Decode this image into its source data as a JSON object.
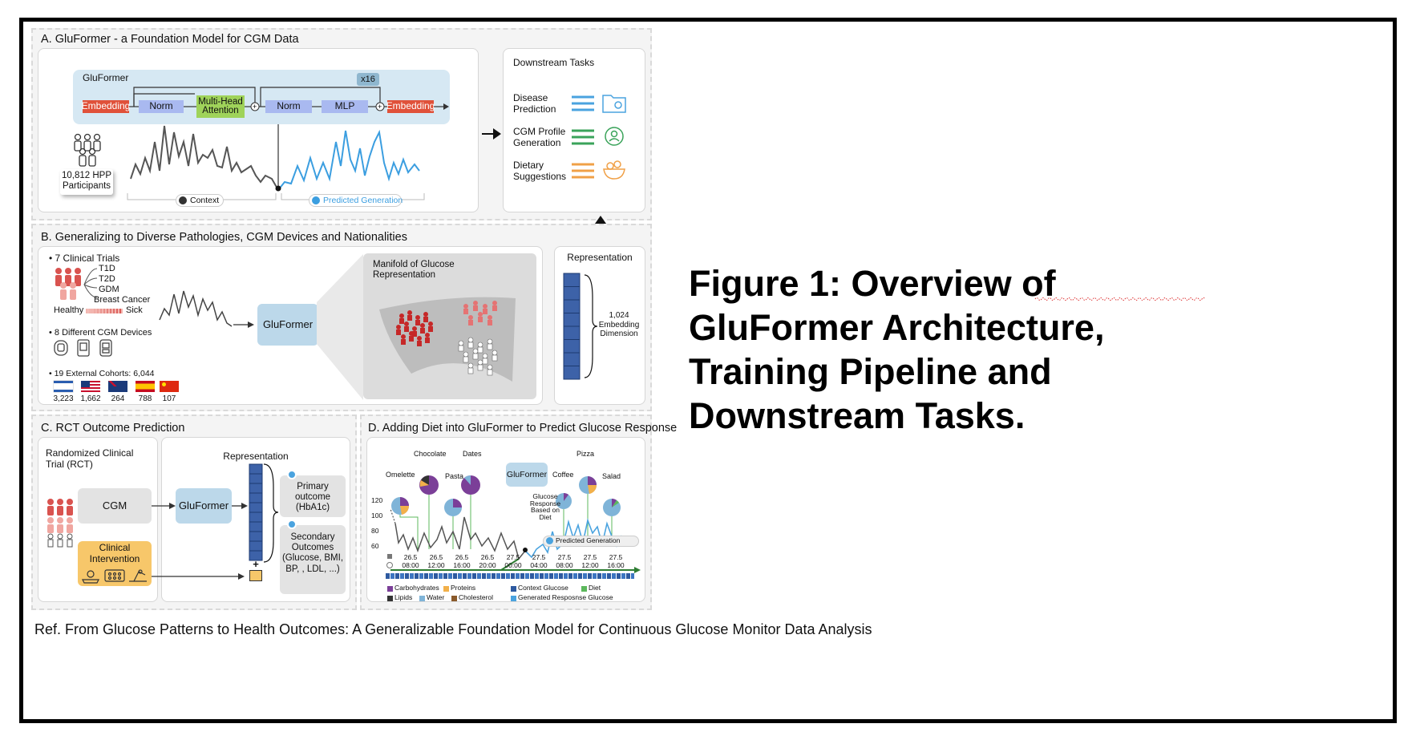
{
  "caption": "Figure 1: Overview of GluFormer Architecture, Training Pipeline and Downstream Tasks.",
  "reference": "Ref. From Glucose Patterns to Health Outcomes: A Generalizable Foundation Model for Continuous Glucose Monitor Data Analysis",
  "panelA": {
    "title": "A. GluFormer - a Foundation Model for CGM Data",
    "model_label": "GluFormer",
    "repeat": "x16",
    "blocks": [
      "Embedding",
      "Norm",
      "Multi-Head Attention",
      "Norm",
      "MLP",
      "Embedding"
    ],
    "participants": "10,812 HPP Participants",
    "context_label": "Context",
    "generation_label": "Predicted Generation"
  },
  "downstream": {
    "title": "Downstream Tasks",
    "items": [
      {
        "label": "Disease Prediction",
        "color": "#4aa3df",
        "icon": "folder-gear-icon"
      },
      {
        "label": "CGM Profile Generation",
        "color": "#3aa35a",
        "icon": "user-sync-icon"
      },
      {
        "label": "Dietary Suggestions",
        "color": "#f0a047",
        "icon": "salad-bowl-icon"
      }
    ]
  },
  "panelB": {
    "title": "B. Generalizing to Diverse Pathologies, CGM Devices and Nationalities",
    "trials_label": "7 Clinical Trials",
    "conditions": [
      "T1D",
      "T2D",
      "GDM",
      "Breast Cancer"
    ],
    "healthy_label": "Healthy",
    "sick_label": "Sick",
    "devices_label": "8 Different CGM Devices",
    "cohorts_label": "19 External Cohorts: 6,044",
    "cohorts": [
      {
        "flag": "israel-flag-icon",
        "count": "3,223"
      },
      {
        "flag": "usa-flag-icon",
        "count": "1,662"
      },
      {
        "flag": "australia-flag-icon",
        "count": "264"
      },
      {
        "flag": "spain-flag-icon",
        "count": "788"
      },
      {
        "flag": "china-flag-icon",
        "count": "107"
      }
    ],
    "model_label": "GluFormer",
    "manifold_label": "Manifold of Glucose Representation"
  },
  "representation": {
    "title": "Representation",
    "dim_label": "1,024 Embedding Dimension"
  },
  "panelC": {
    "title": "C. RCT Outcome Prediction",
    "rct_label": "Randomized Clinical Trial (RCT)",
    "cgm_label": "CGM",
    "intervention_label": "Clinical Intervention",
    "model_label": "GluFormer",
    "representation_label": "Representation",
    "plus": "+",
    "primary": "Primary outcome (HbA1c)",
    "secondary": "Secondary Outcomes (Glucose, BMI, BP, , LDL, ...)"
  },
  "panelD": {
    "title": "D. Adding Diet into GluFormer to Predict Glucose Response",
    "model_label": "GluFormer",
    "response_label": "Glucose Response Based on Diet",
    "generation_label": "Predicted Generation",
    "foods": [
      "Omelette",
      "Chocolate",
      "Pasta",
      "Dates",
      "Coffee",
      "Pizza",
      "Salad"
    ],
    "y_ticks": [
      "120",
      "100",
      "80",
      "60"
    ],
    "x_dates": [
      "26.5",
      "26.5",
      "26.5",
      "26.5",
      "27.5",
      "27.5",
      "27.5",
      "27.5",
      "27.5"
    ],
    "x_times": [
      "08:00",
      "12:00",
      "16:00",
      "20:00",
      "00:00",
      "04:00",
      "08:00",
      "12:00",
      "16:00"
    ],
    "legend": [
      {
        "label": "Carbohydrates",
        "color": "#7b3f98"
      },
      {
        "label": "Proteins",
        "color": "#f2b04a"
      },
      {
        "label": "Lipids",
        "color": "#333333"
      },
      {
        "label": "Water",
        "color": "#7fb4d8"
      },
      {
        "label": "Cholesterol",
        "color": "#8a5a2b"
      },
      {
        "label": "Context Glucose",
        "color": "#2e5aa0"
      },
      {
        "label": "Diet",
        "color": "#5cb85c"
      },
      {
        "label": "Generated Resposnse Glucose",
        "color": "#4aa3df"
      }
    ]
  },
  "colors": {
    "embedding": "#e0513a",
    "norm": "#a9b9f0",
    "attention": "#9fd35a",
    "gluformer": "#bcd8ea",
    "context_line": "#555555",
    "generation_line": "#3b9ee0",
    "representation": "#3d62a8",
    "intervention": "#f7c76a"
  }
}
